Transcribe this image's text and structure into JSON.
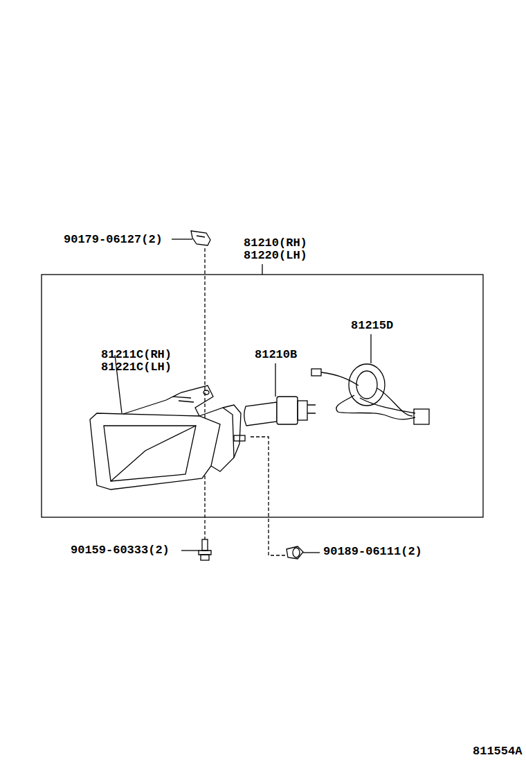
{
  "diagram": {
    "labels": [
      "90179-06127(2)",
      "81210(RH)",
      "81220(LH)",
      "81215D",
      "81211C(RH)",
      "81221C(LH)",
      "81210B",
      "90159-60333(2)",
      "90189-06111(2)",
      "811554A"
    ]
  }
}
